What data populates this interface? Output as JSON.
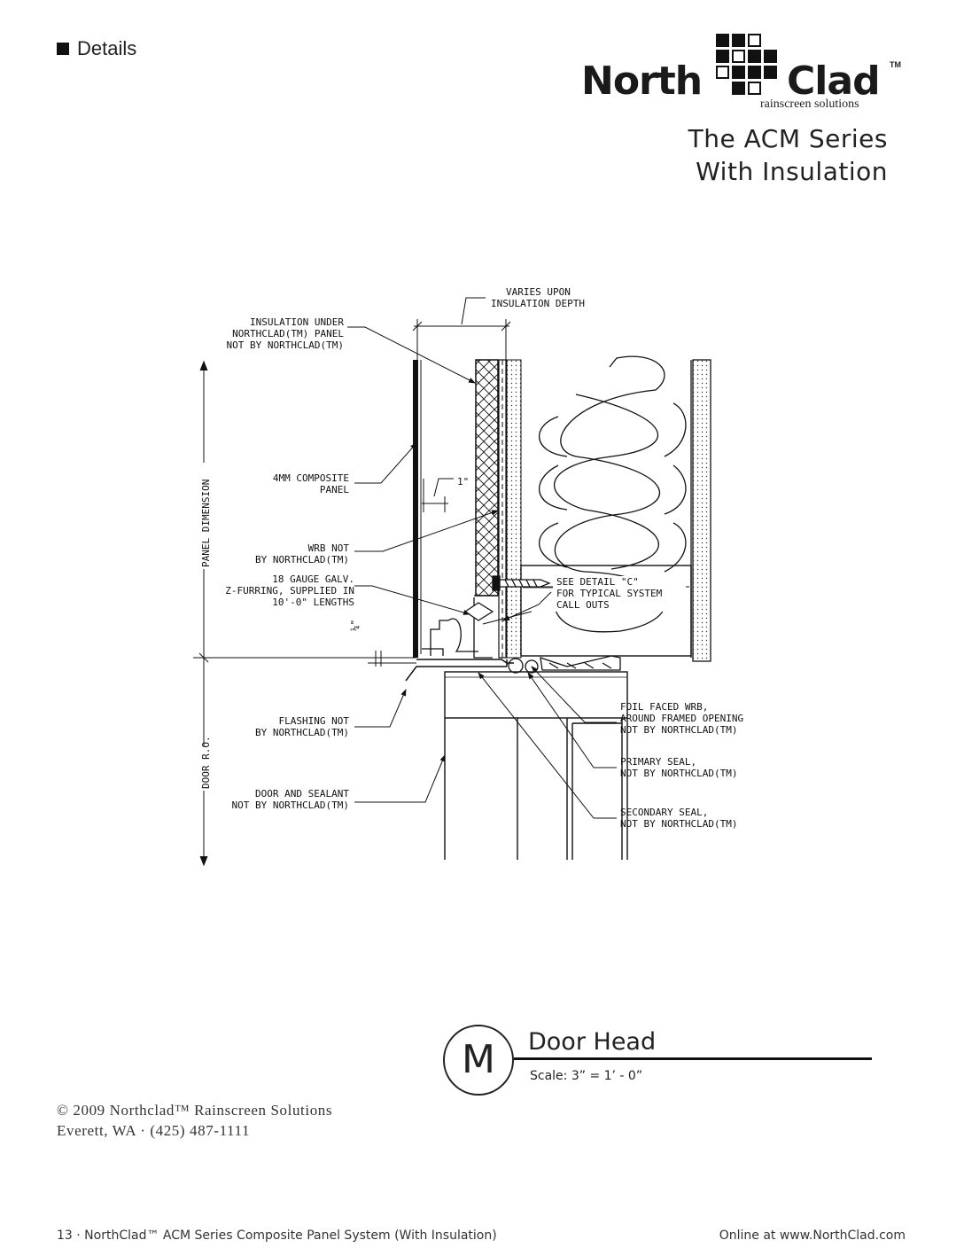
{
  "header": {
    "section_label": "Details",
    "logo": {
      "word_left": "North",
      "word_right": "Clad",
      "tm": "TM",
      "tagline": "rainscreen solutions"
    },
    "series_title_line1": "The ACM Series",
    "series_title_line2": "With Insulation"
  },
  "drawing": {
    "labels": {
      "varies_1": "VARIES UPON",
      "varies_2": "INSULATION DEPTH",
      "insulation_1": "INSULATION UNDER",
      "insulation_2": "NORTHCLAD(TM) PANEL",
      "insulation_3": "NOT BY NORTHCLAD(TM)",
      "panel_dimension": "PANEL DIMENSION",
      "composite_1": "4MM COMPOSITE",
      "composite_2": "PANEL",
      "one_inch": "1\"",
      "wrb_1": "WRB NOT",
      "wrb_2": "BY NORTHCLAD(TM)",
      "gauge_1": "18 GAUGE GALV.",
      "gauge_2": "Z-FURRING, SUPPLIED IN",
      "gauge_3": "10'-0\" LENGTHS",
      "see_detail_1": "SEE DETAIL \"C\"",
      "see_detail_2": "FOR TYPICAL SYSTEM",
      "see_detail_3": "CALL OUTS",
      "quarter_inch": "¼\"",
      "door_ro": "DOOR R.O.",
      "flashing_1": "FLASHING NOT",
      "flashing_2": "BY NORTHCLAD(TM)",
      "door_sealant_1": "DOOR AND SEALANT",
      "door_sealant_2": "NOT BY NORTHCLAD(TM)",
      "foil_1": "FOIL FACED WRB,",
      "foil_2": "AROUND FRAMED OPENING",
      "foil_3": "NOT BY NORTHCLAD(TM)",
      "primary_1": "PRIMARY SEAL,",
      "primary_2": "NOT BY NORTHCLAD(TM)",
      "secondary_1": "SECONDARY SEAL,",
      "secondary_2": "NOT BY NORTHCLAD(TM)"
    }
  },
  "detail": {
    "letter": "M",
    "title": "Door Head",
    "scale": "Scale: 3” = 1’ - 0”"
  },
  "copyright": {
    "line1": "© 2009 Northclad™ Rainscreen Solutions",
    "line2": "Everett, WA · (425) 487-1111"
  },
  "footer": {
    "left": "13 · NorthClad™ ACM Series Composite Panel System (With Insulation)",
    "right": "Online at www.NorthClad.com"
  }
}
